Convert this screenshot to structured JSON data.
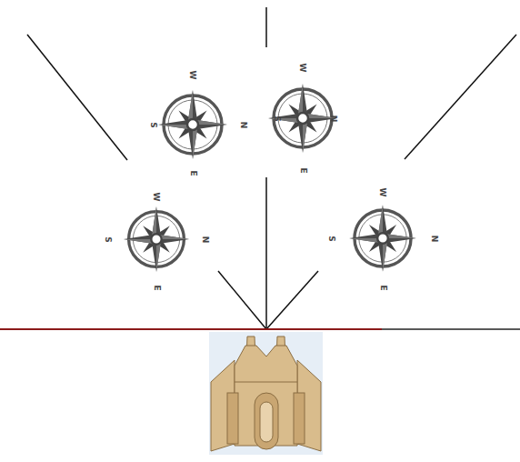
{
  "diagram": {
    "labels": [
      "W",
      "S",
      "N",
      "E",
      "W",
      "S",
      "N",
      "E",
      "W",
      "S",
      "N",
      "E",
      "W",
      "S",
      "N",
      "E"
    ]
  }
}
